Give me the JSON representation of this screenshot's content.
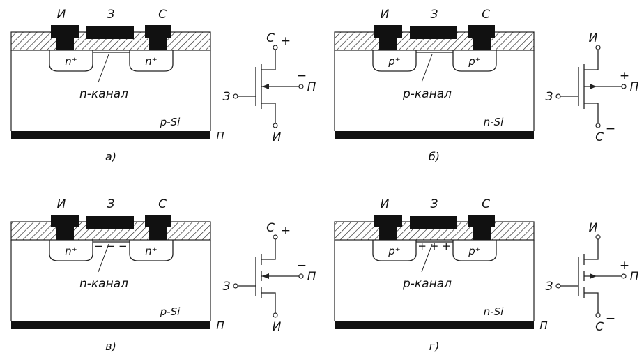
{
  "panels": [
    {
      "id": "a",
      "caption": "а)",
      "electrodes": {
        "source": "И",
        "gate": "З",
        "drain": "С"
      },
      "well_label": "n⁺",
      "channel_label": "n-канал",
      "substrate_label": "p-Si",
      "bulk_label": "П",
      "channel_charge": "",
      "symbol": {
        "top": "С",
        "top_sign": "+",
        "bottom": "И",
        "bottom_sign": "",
        "gate": "З",
        "bulk": "П",
        "bulk_sign": "−",
        "arrow": "in",
        "channel": "solid"
      }
    },
    {
      "id": "b",
      "caption": "б)",
      "electrodes": {
        "source": "И",
        "gate": "З",
        "drain": "С"
      },
      "well_label": "p⁺",
      "channel_label": "p-канал",
      "substrate_label": "n-Si",
      "bulk_label": "",
      "channel_charge": "",
      "symbol": {
        "top": "И",
        "top_sign": "",
        "bottom": "С",
        "bottom_sign": "−",
        "gate": "З",
        "bulk": "П",
        "bulk_sign": "+",
        "arrow": "out",
        "channel": "solid"
      }
    },
    {
      "id": "c",
      "caption": "в)",
      "electrodes": {
        "source": "И",
        "gate": "З",
        "drain": "С"
      },
      "well_label": "n⁺",
      "channel_label": "n-канал",
      "substrate_label": "p-Si",
      "bulk_label": "П",
      "channel_charge": "− − −",
      "symbol": {
        "top": "С",
        "top_sign": "+",
        "bottom": "И",
        "bottom_sign": "",
        "gate": "З",
        "bulk": "П",
        "bulk_sign": "−",
        "arrow": "in",
        "channel": "broken"
      }
    },
    {
      "id": "d",
      "caption": "г)",
      "electrodes": {
        "source": "И",
        "gate": "З",
        "drain": "С"
      },
      "well_label": "p⁺",
      "channel_label": "p-канал",
      "substrate_label": "n-Si",
      "bulk_label": "П",
      "channel_charge": "+ + +",
      "symbol": {
        "top": "И",
        "top_sign": "",
        "bottom": "С",
        "bottom_sign": "−",
        "gate": "З",
        "bulk": "П",
        "bulk_sign": "+",
        "arrow": "out",
        "channel": "broken"
      }
    }
  ]
}
